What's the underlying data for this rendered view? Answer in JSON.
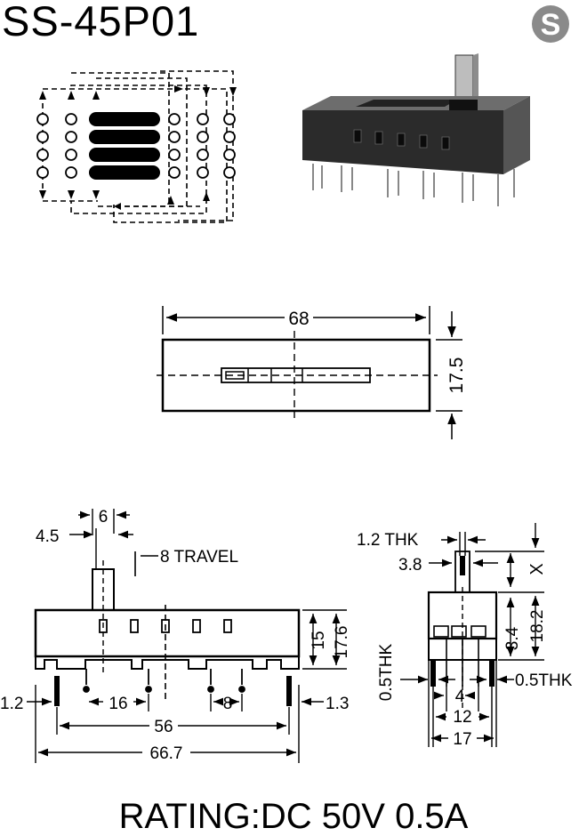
{
  "header": {
    "title": "SS-45P01",
    "logo_letter": "S"
  },
  "top_view": {
    "width": "68",
    "height": "17.5"
  },
  "side_view": {
    "actuator_width": "6",
    "actuator_offset": "4.5",
    "travel": "8 TRAVEL",
    "pitch_small": "8",
    "pitch_large": "16",
    "pin_span": "56",
    "body_length": "66.7",
    "edge_left": "1.2",
    "edge_right": "1.3",
    "body_height": "15",
    "total_height": "17.6"
  },
  "end_view": {
    "actuator_thk": "1.2 THK",
    "actuator_width": "3.8",
    "x_dim": "X",
    "body_height": "18.2",
    "pin_length": "3.4",
    "pin_thk_left": "0.5THK",
    "pin_thk_right": "0.5THK",
    "pitch": "4",
    "pin_span": "12",
    "body_width": "17"
  },
  "rating": "RATING:DC 50V 0.5A",
  "colors": {
    "ink": "#000000",
    "logo_fill": "#8a8a8a",
    "body_dark": "#2b2b2b"
  }
}
